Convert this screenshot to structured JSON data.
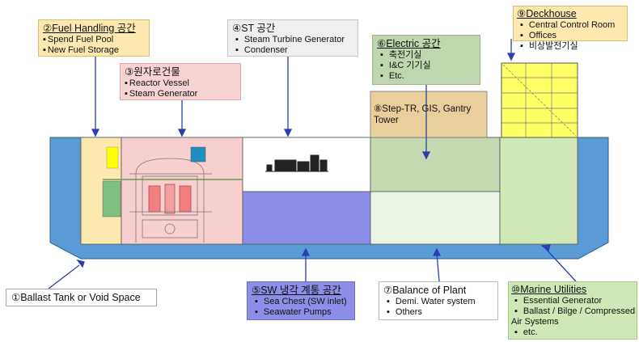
{
  "labels": {
    "fuel_handling": {
      "title": "②Fuel Handling 공간",
      "items": [
        "Spend Fuel Pool",
        "New Fuel Storage"
      ]
    },
    "st": {
      "title": "④ST 공간",
      "items": [
        "Steam Turbine Generator",
        "Condenser"
      ]
    },
    "reactor": {
      "title": "③원자로건물",
      "items": [
        "Reactor Vessel",
        "Steam Generator"
      ]
    },
    "electric": {
      "title": "⑥Electric 공간",
      "items": [
        "축전기실",
        "I&C 기기실",
        "Etc."
      ]
    },
    "deckhouse": {
      "title": "⑨Deckhouse",
      "items": [
        "Central Control Room",
        "Offices",
        "비상발전기실"
      ]
    },
    "step_tr": {
      "title": "⑧Step-TR, GIS, Gantry Tower"
    },
    "ballast": {
      "title": "①Ballast Tank or Void Space"
    },
    "sw": {
      "title": "⑤SW 냉각 계통 공간",
      "items": [
        "Sea Chest (SW inlet)",
        "Seawater Pumps"
      ]
    },
    "bop": {
      "title": "⑦Balance of Plant",
      "items": [
        "Demi. Water system",
        "Others"
      ]
    },
    "marine": {
      "title": "⑩Marine Utilities",
      "items": [
        "Essential Generator",
        "Ballast / Bilge / Compressed",
        "etc."
      ],
      "wrap": "Air Systems"
    }
  },
  "colors": {
    "hull_blue": "#5b9bd5",
    "fuel_yellow": "#fde9b0",
    "reactor_pink": "#f8cfcf",
    "st_white": "#ffffff",
    "sw_purple": "#8e8ee8",
    "electric_green": "#c5d8b0",
    "bop_green": "#eaf4e4",
    "marine_green": "#cfe8b5",
    "step_tr_tan": "#e9cf9c",
    "deckhouse_yellow": "#ffff66"
  }
}
